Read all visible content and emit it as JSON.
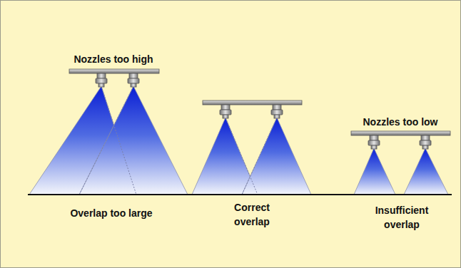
{
  "diagram": {
    "labels": [
      "Nozzles too high",
      "Overlap too large",
      "Correct overlap",
      "Nozzles too low",
      "Insufficient overlap"
    ]
  }
}
